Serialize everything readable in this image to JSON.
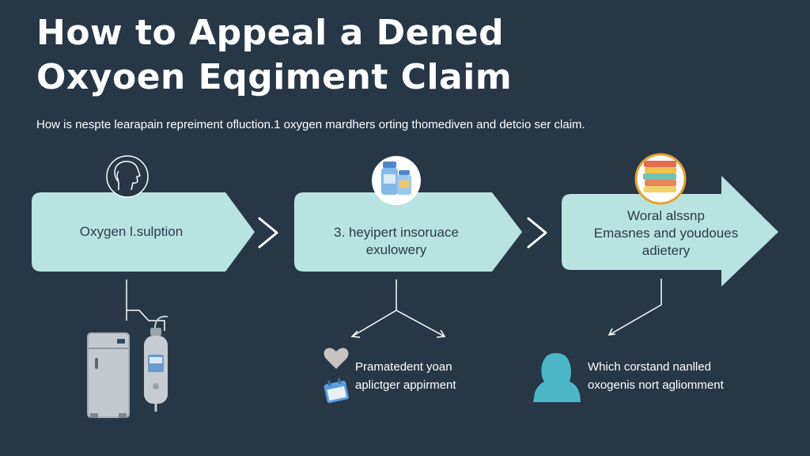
{
  "title": {
    "line1": "How to Appeal a Dened",
    "line2": "Oxyoen Eqgiment Claim"
  },
  "subtitle": "How is nespte learapain repreiment ofluction.1 oxygen mardhers orting thomediven and detcio ser claim.",
  "steps": [
    {
      "lines": [
        "Oxygen l.sulption"
      ],
      "icon": "head-profile-icon"
    },
    {
      "lines": [
        "3. heyipert insoruace",
        "exulowery"
      ],
      "icon": "medicine-bottles-icon"
    },
    {
      "lines": [
        "Woral alssnp",
        "Emasnes and youdoues",
        "adietery"
      ],
      "icon": "stacked-books-icon"
    }
  ],
  "substeps": [
    {
      "lines": [
        "Pramatedent yoan",
        "aplictger appirment"
      ],
      "icons": [
        "heart-icon",
        "calendar-icon"
      ]
    },
    {
      "lines": [
        "Which corstand nanlled",
        "oxogenis nort agliomment"
      ],
      "icon": "person-silhouette-icon"
    }
  ],
  "equipment_icons": [
    "oxygen-concentrator-icon",
    "oxygen-tank-icon"
  ],
  "colors": {
    "background": "#273746",
    "step_fill": "#b7e4e0",
    "step_text": "#2b3b4a",
    "accent_orange": "#e8a030",
    "person_teal": "#4cb6c6"
  }
}
